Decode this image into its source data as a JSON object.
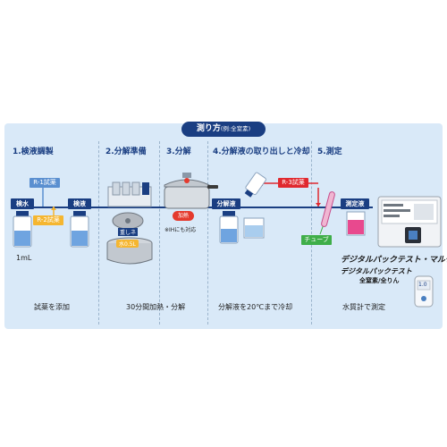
{
  "header": {
    "title": "測り方",
    "subtitle": "(例:全窒素)"
  },
  "steps": [
    {
      "label": "1.検液調製"
    },
    {
      "label": "2.分解準備"
    },
    {
      "label": "3.分解"
    },
    {
      "label": "4.分解液の取り出しと冷却"
    },
    {
      "label": "5.測定"
    }
  ],
  "tags": {
    "kensui": "検水",
    "keneki": "検液",
    "bunkaieki": "分解液",
    "sokuteieki": "測定液"
  },
  "reagents": {
    "r1": "R-1試薬",
    "r2": "R-2試薬",
    "r3": "R-3試薬",
    "tube": "チューブ"
  },
  "labels": {
    "volume": "1mL",
    "heating": "加熱",
    "ih_note": "※IHにも対応",
    "weight": "重しネ",
    "water": "水0.5L"
  },
  "captions": {
    "step1": "試薬を添加",
    "step23": "30分間加熱・分解",
    "step4": "分解液を20℃まで冷却",
    "step5": "水質計で測定"
  },
  "products": {
    "meter": "デジタルパックテスト・マルチSP",
    "kit_line1": "デジタルパックテスト",
    "kit_line2": "全窒素/全りん",
    "kit_display": "1.0"
  },
  "colors": {
    "navy": "#1a3e82",
    "panel": "#d9e9f8",
    "r1": "#5a8fd0",
    "r2": "#f5b630",
    "r3": "#e0292f",
    "tube": "#3fae49",
    "pink": "#e8498e",
    "heat": "#e43a2e"
  }
}
